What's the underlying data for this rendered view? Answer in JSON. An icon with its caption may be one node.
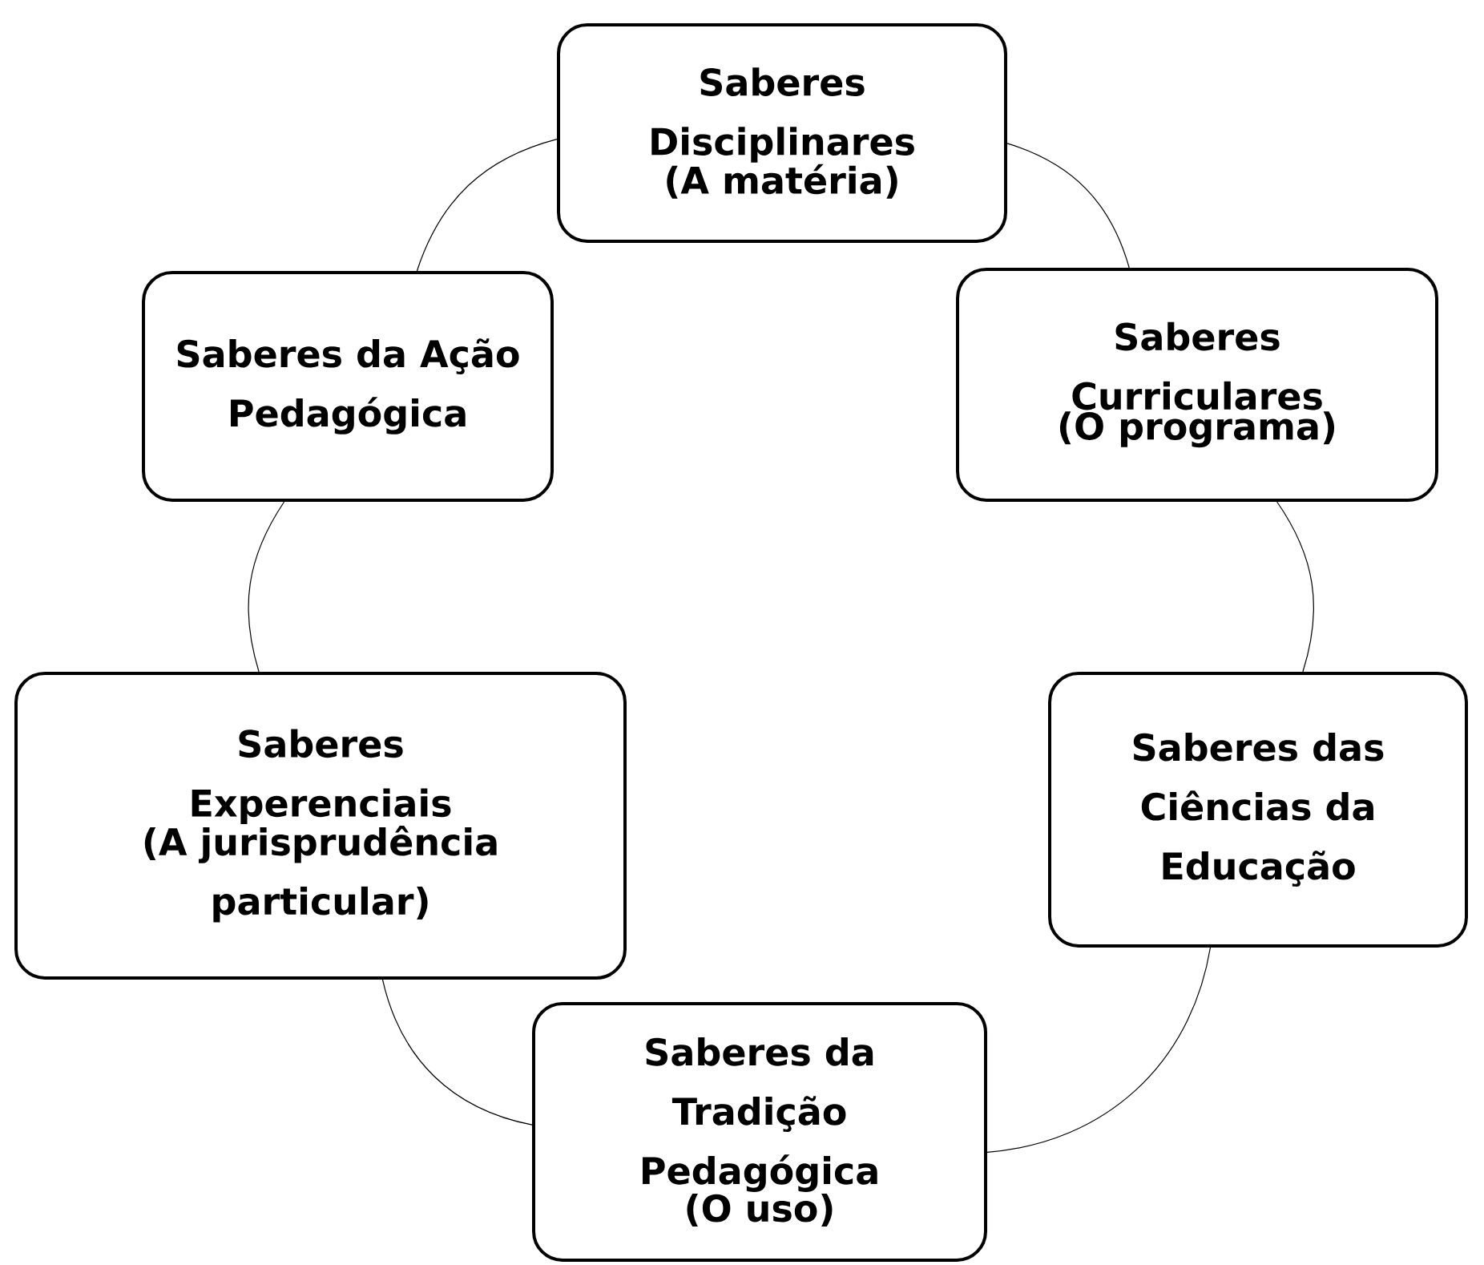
{
  "diagram": {
    "nodes": [
      {
        "text": [
          "Saberes Disciplinares",
          "(A matéria)"
        ]
      },
      {
        "text": [
          "Saberes da Ação Pedagógica"
        ]
      },
      {
        "text": [
          "Saberes Curriculares",
          "(O programa)"
        ]
      },
      {
        "text": [
          "Saberes Experenciais",
          "(A jurisprudência particular)"
        ]
      },
      {
        "text": [
          "Saberes das Ciências da Educação"
        ]
      },
      {
        "text": [
          "Saberes da Tradição Pedagógica",
          "(O uso)"
        ]
      }
    ],
    "edges": [
      {
        "from": 0,
        "to": 2,
        "arrow": "none"
      },
      {
        "from": 2,
        "to": 4,
        "arrow": "none"
      },
      {
        "from": 4,
        "to": 5,
        "arrow": "none"
      },
      {
        "from": 5,
        "to": 3,
        "arrow": "none"
      },
      {
        "from": 3,
        "to": 1,
        "arrow": "none"
      },
      {
        "from": 1,
        "to": 0,
        "arrow": "none"
      }
    ]
  }
}
